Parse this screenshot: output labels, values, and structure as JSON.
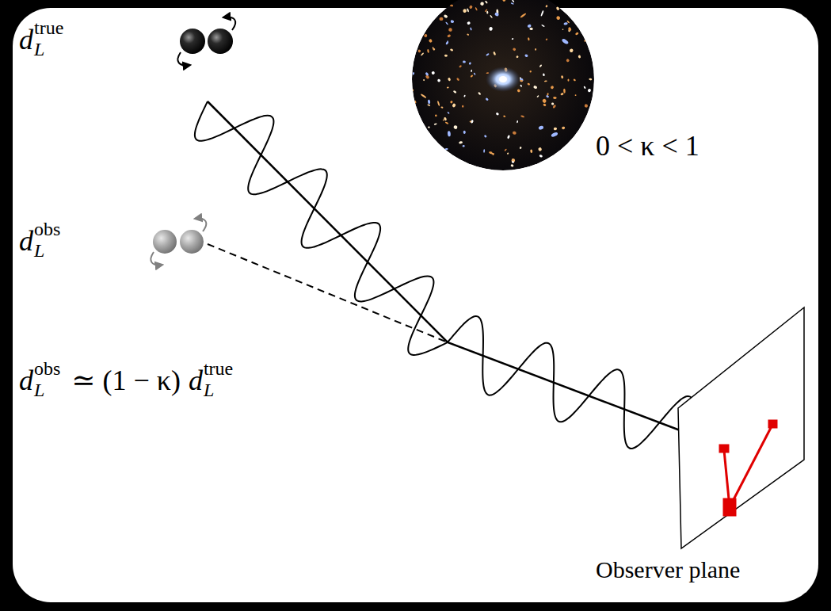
{
  "diagram": {
    "labels": [
      "d",
      "L",
      "true",
      "0 < κ < 1",
      "d",
      "L",
      "obs",
      "d",
      "L",
      "obs",
      "≃ (1 − κ)",
      "d",
      "L",
      "true",
      "Observer plane"
    ]
  }
}
